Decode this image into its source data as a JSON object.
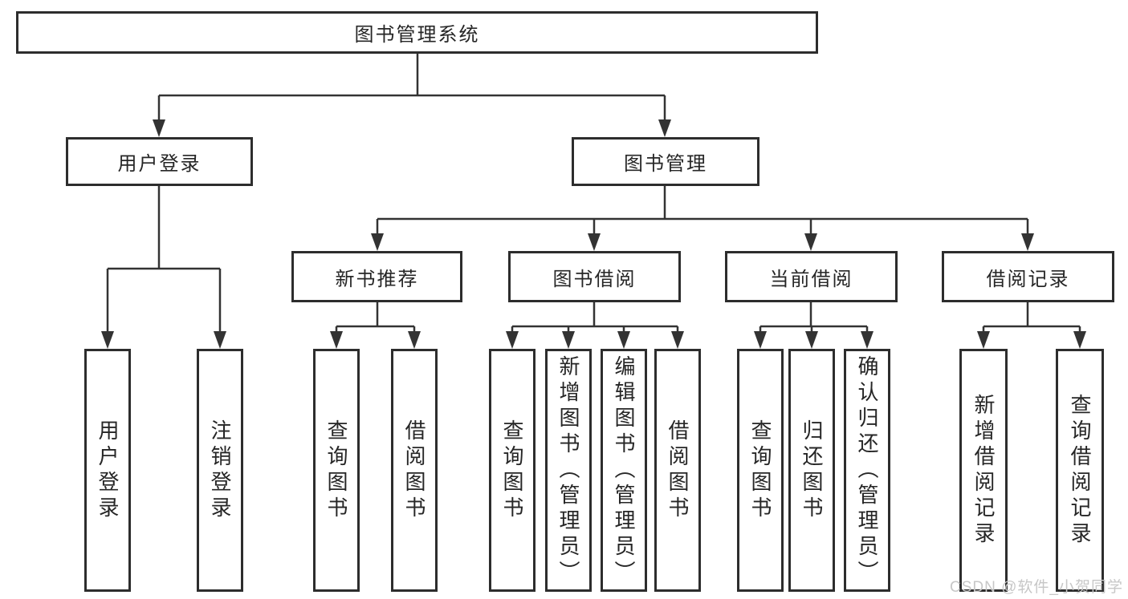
{
  "tree": {
    "root": {
      "label": "图书管理系统",
      "children": [
        {
          "label": "用户登录",
          "children": [
            {
              "label": "用户登录"
            },
            {
              "label": "注销登录"
            }
          ]
        },
        {
          "label": "图书管理",
          "children": [
            {
              "label": "新书推荐",
              "children": [
                {
                  "label": "查询图书"
                },
                {
                  "label": "借阅图书"
                }
              ]
            },
            {
              "label": "图书借阅",
              "children": [
                {
                  "label": "查询图书"
                },
                {
                  "label": "新增图书（管理员）"
                },
                {
                  "label": "编辑图书（管理员）"
                },
                {
                  "label": "借阅图书"
                }
              ]
            },
            {
              "label": "当前借阅",
              "children": [
                {
                  "label": "查询图书"
                },
                {
                  "label": "归还图书"
                },
                {
                  "label": "确认归还（管理员）"
                }
              ]
            },
            {
              "label": "借阅记录",
              "children": [
                {
                  "label": "新增借阅记录"
                },
                {
                  "label": "查询借阅记录"
                }
              ]
            }
          ]
        }
      ]
    }
  },
  "watermark": "CSDN @软件_小贺同学",
  "colors": {
    "line": "#333333",
    "box_border": "#2d2d2d",
    "text": "#262626",
    "watermark_text": "#c7c7c7",
    "background": "#ffffff"
  }
}
